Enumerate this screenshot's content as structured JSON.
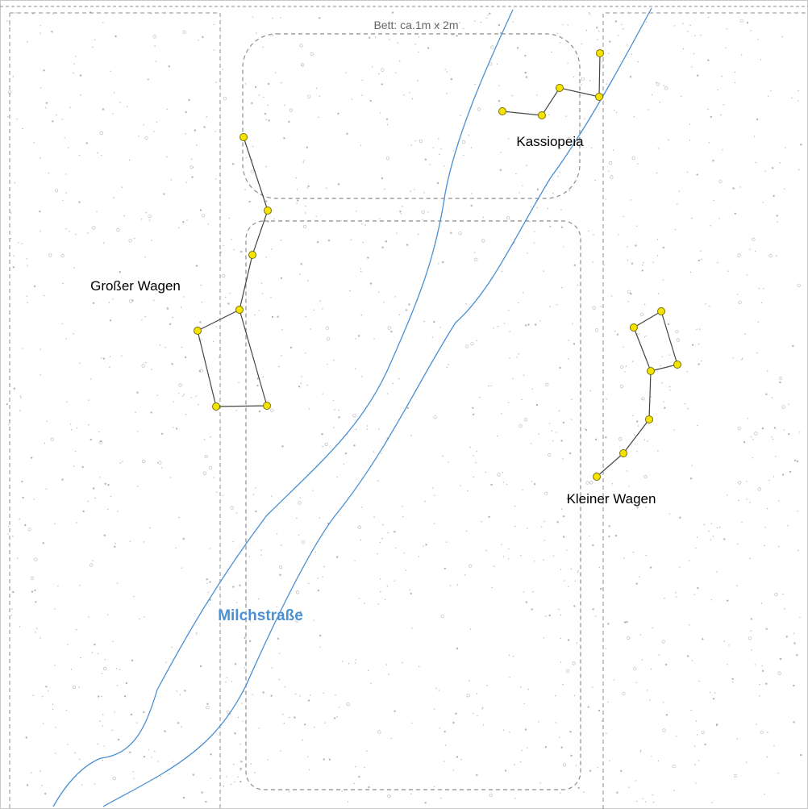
{
  "diagram": {
    "bed_label": "Bett: ca.1m x 2m",
    "milky_way_label": "Milchstraße",
    "constellations": [
      {
        "id": "grosser-wagen",
        "label": "Großer Wagen"
      },
      {
        "id": "kassiopeia",
        "label": "Kassiopeia"
      },
      {
        "id": "kleiner-wagen",
        "label": "Kleiner Wagen"
      }
    ]
  },
  "colors": {
    "milky_way": "#4a90d2",
    "star_fill": "#f5e400",
    "star_stroke": "#7a7000",
    "constellation_line": "#444444",
    "dashed_outline": "#8c8c8c",
    "label_text": "#000000",
    "background_speckle": "#b4b4b4"
  }
}
